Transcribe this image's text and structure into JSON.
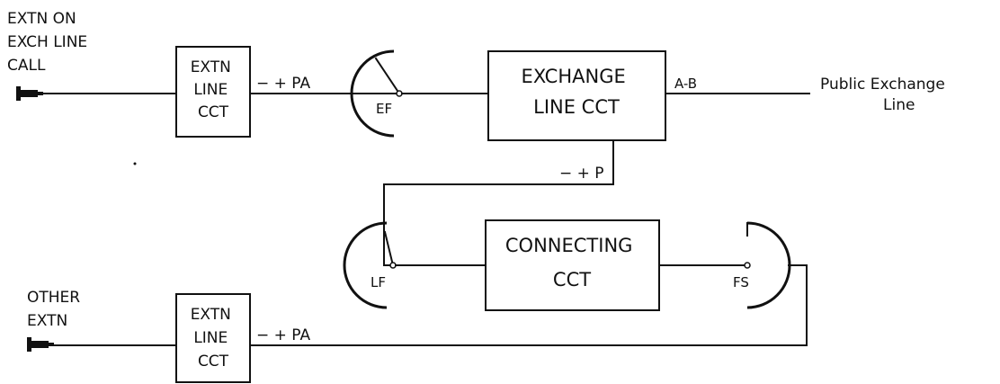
{
  "top_left_label": [
    "EXTN ON",
    "EXCH LINE",
    "CALL"
  ],
  "bottom_left_label": [
    "OTHER",
    "EXTN"
  ],
  "extn_line_cct_top": [
    "EXTN",
    "LINE",
    "CCT"
  ],
  "extn_line_cct_bottom": [
    "EXTN",
    "LINE",
    "CCT"
  ],
  "pa_top": "− + PA",
  "pa_bottom": "− + PA",
  "ef_label": "EF",
  "exchange_line_cct": [
    "EXCHANGE",
    "LINE CCT"
  ],
  "ab_label": "A-B",
  "public_exchange_line": [
    "Public Exchange",
    "Line"
  ],
  "p_label": "− + P",
  "lf_label": "LF",
  "connecting_cct": [
    "CONNECTING",
    "CCT"
  ],
  "fs_label": "FS"
}
